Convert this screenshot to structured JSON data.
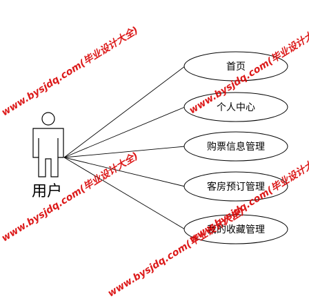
{
  "actor": {
    "label": "用户"
  },
  "use_cases": [
    {
      "id": "uc-home",
      "label": "首页"
    },
    {
      "id": "uc-personal",
      "label": "个人中心"
    },
    {
      "id": "uc-ticket",
      "label": "购票信息管理"
    },
    {
      "id": "uc-room",
      "label": "客房预订管理"
    },
    {
      "id": "uc-favorites",
      "label": "我的收藏管理"
    }
  ],
  "watermark": {
    "text": "www.bysjdq.com(毕业设计大全)",
    "color": "#d90000"
  }
}
